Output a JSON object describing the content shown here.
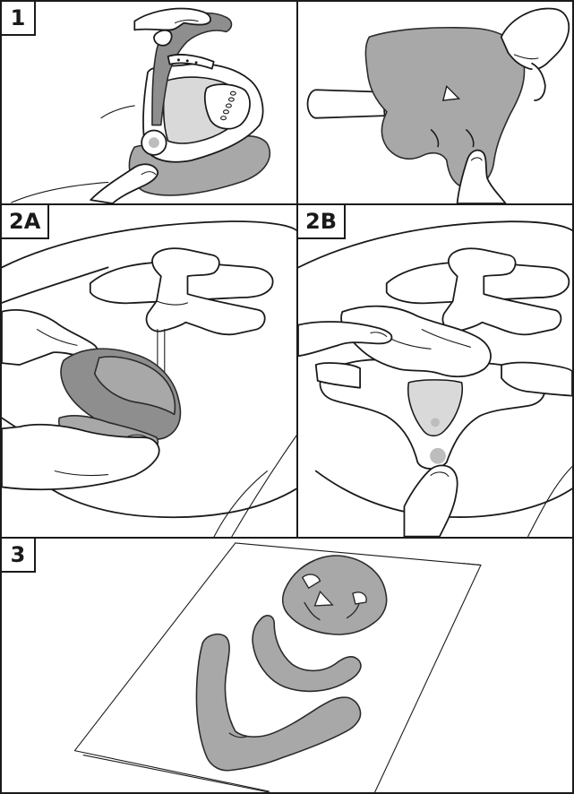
{
  "steps": [
    {
      "label": "1"
    },
    {
      "label": ""
    },
    {
      "label": "2A"
    },
    {
      "label": "2B"
    },
    {
      "label": "3"
    }
  ],
  "colors": {
    "outline": "#1a1a1a",
    "pad_fill": "#a8a8a8",
    "background": "#ffffff"
  }
}
